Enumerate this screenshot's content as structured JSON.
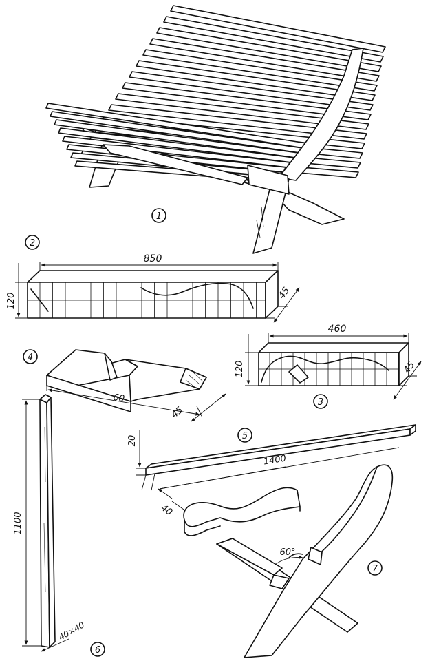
{
  "figure": {
    "labels": {
      "fig1": "1",
      "fig2": "2",
      "fig3": "3",
      "fig4": "4",
      "fig5": "5",
      "fig6": "6",
      "fig7": "7"
    },
    "dimensions": {
      "part2_length": "850",
      "part2_height": "120",
      "part2_depth": "45",
      "part3_length": "460",
      "part3_height": "120",
      "part3_depth": "45",
      "part4_length": "60",
      "part4_depth": "45",
      "part5_height": "20",
      "part5_length": "1400",
      "part5_width": "40",
      "part6_length": "1100",
      "part6_section": "40×40",
      "part7_angle": "60°"
    }
  }
}
